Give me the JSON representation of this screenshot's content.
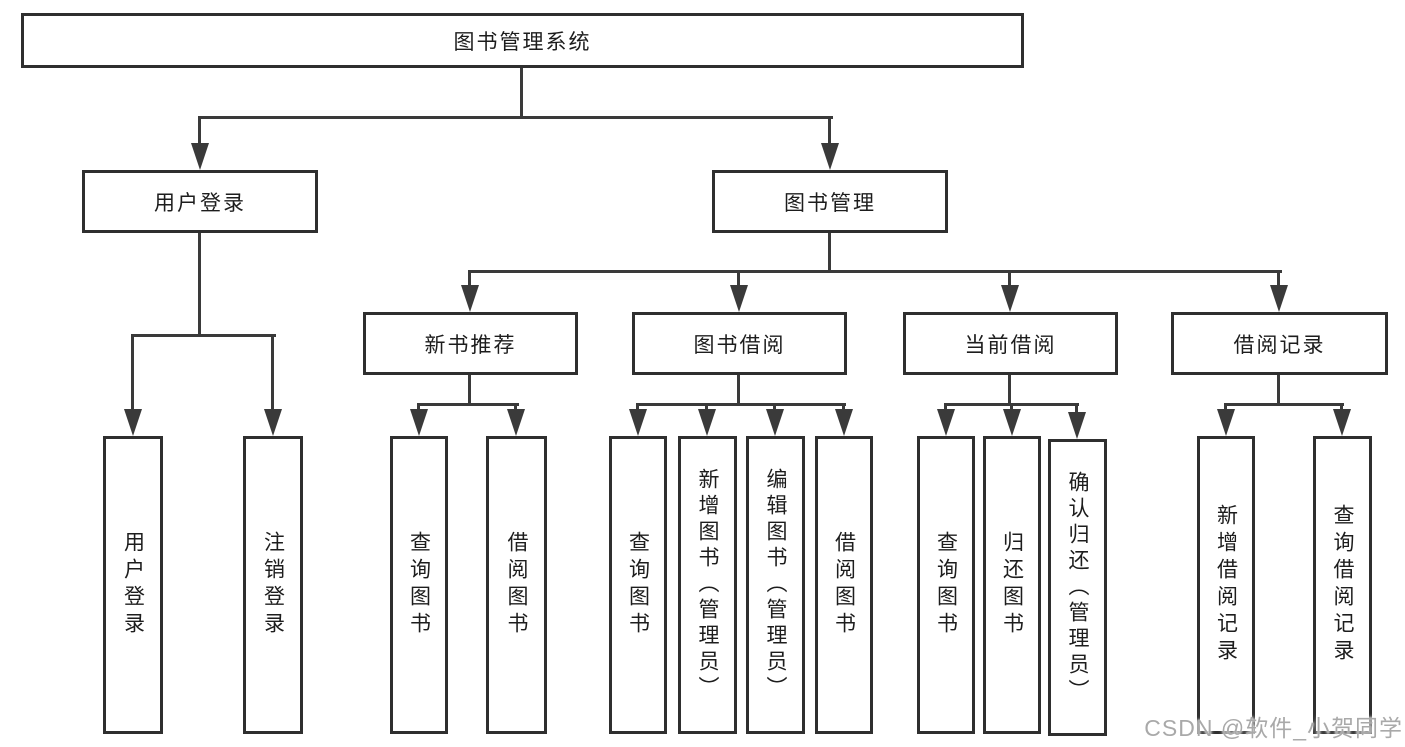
{
  "colors": {
    "line": "#3a3a3a",
    "box_border": "#2f2f2f",
    "text": "#1d1d1d",
    "watermark": "#a9a9a9",
    "background": "#ffffff"
  },
  "root": {
    "label": "图书管理系统"
  },
  "level2": [
    {
      "label": "用户登录"
    },
    {
      "label": "图书管理"
    }
  ],
  "level3": [
    {
      "label": "新书推荐"
    },
    {
      "label": "图书借阅"
    },
    {
      "label": "当前借阅"
    },
    {
      "label": "借阅记录"
    }
  ],
  "leaves": {
    "user_login": [
      "用户登录",
      "注销登录"
    ],
    "new_book_recommend": [
      "查询图书",
      "借阅图书"
    ],
    "book_borrow": [
      "查询图书",
      "新增图书（管理员）",
      "编辑图书（管理员）",
      "借阅图书"
    ],
    "current_borrow": [
      "查询图书",
      "归还图书",
      "确认归还（管理员）"
    ],
    "borrow_records": [
      "新增借阅记录",
      "查询借阅记录"
    ]
  },
  "watermark": "CSDN @软件_小贺同学"
}
